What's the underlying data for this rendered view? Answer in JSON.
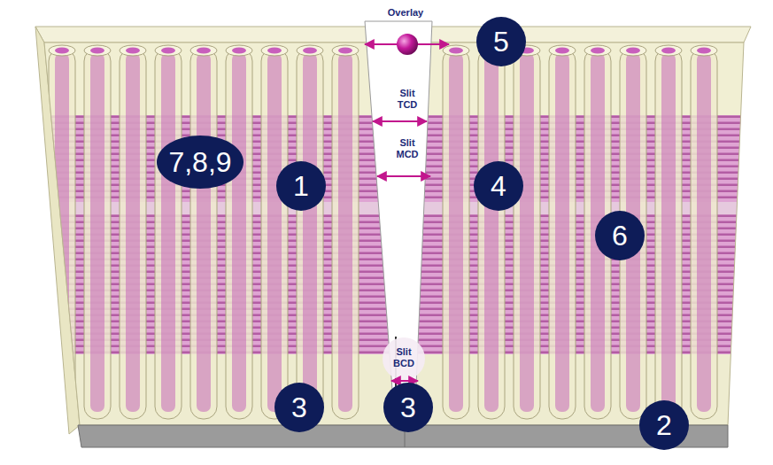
{
  "diagram": {
    "nodes": [
      {
        "text": [
          "5"
        ]
      },
      {
        "text": [
          "7,8,9"
        ]
      },
      {
        "text": [
          "1"
        ]
      },
      {
        "text": [
          "4"
        ]
      },
      {
        "text": [
          "6"
        ]
      },
      {
        "text": [
          "3"
        ]
      },
      {
        "text": [
          "3"
        ]
      },
      {
        "text": [
          "2"
        ]
      }
    ],
    "labels": [
      "Overlay",
      "Slit TCD",
      "Slit MCD",
      "Slit BCD"
    ]
  }
}
